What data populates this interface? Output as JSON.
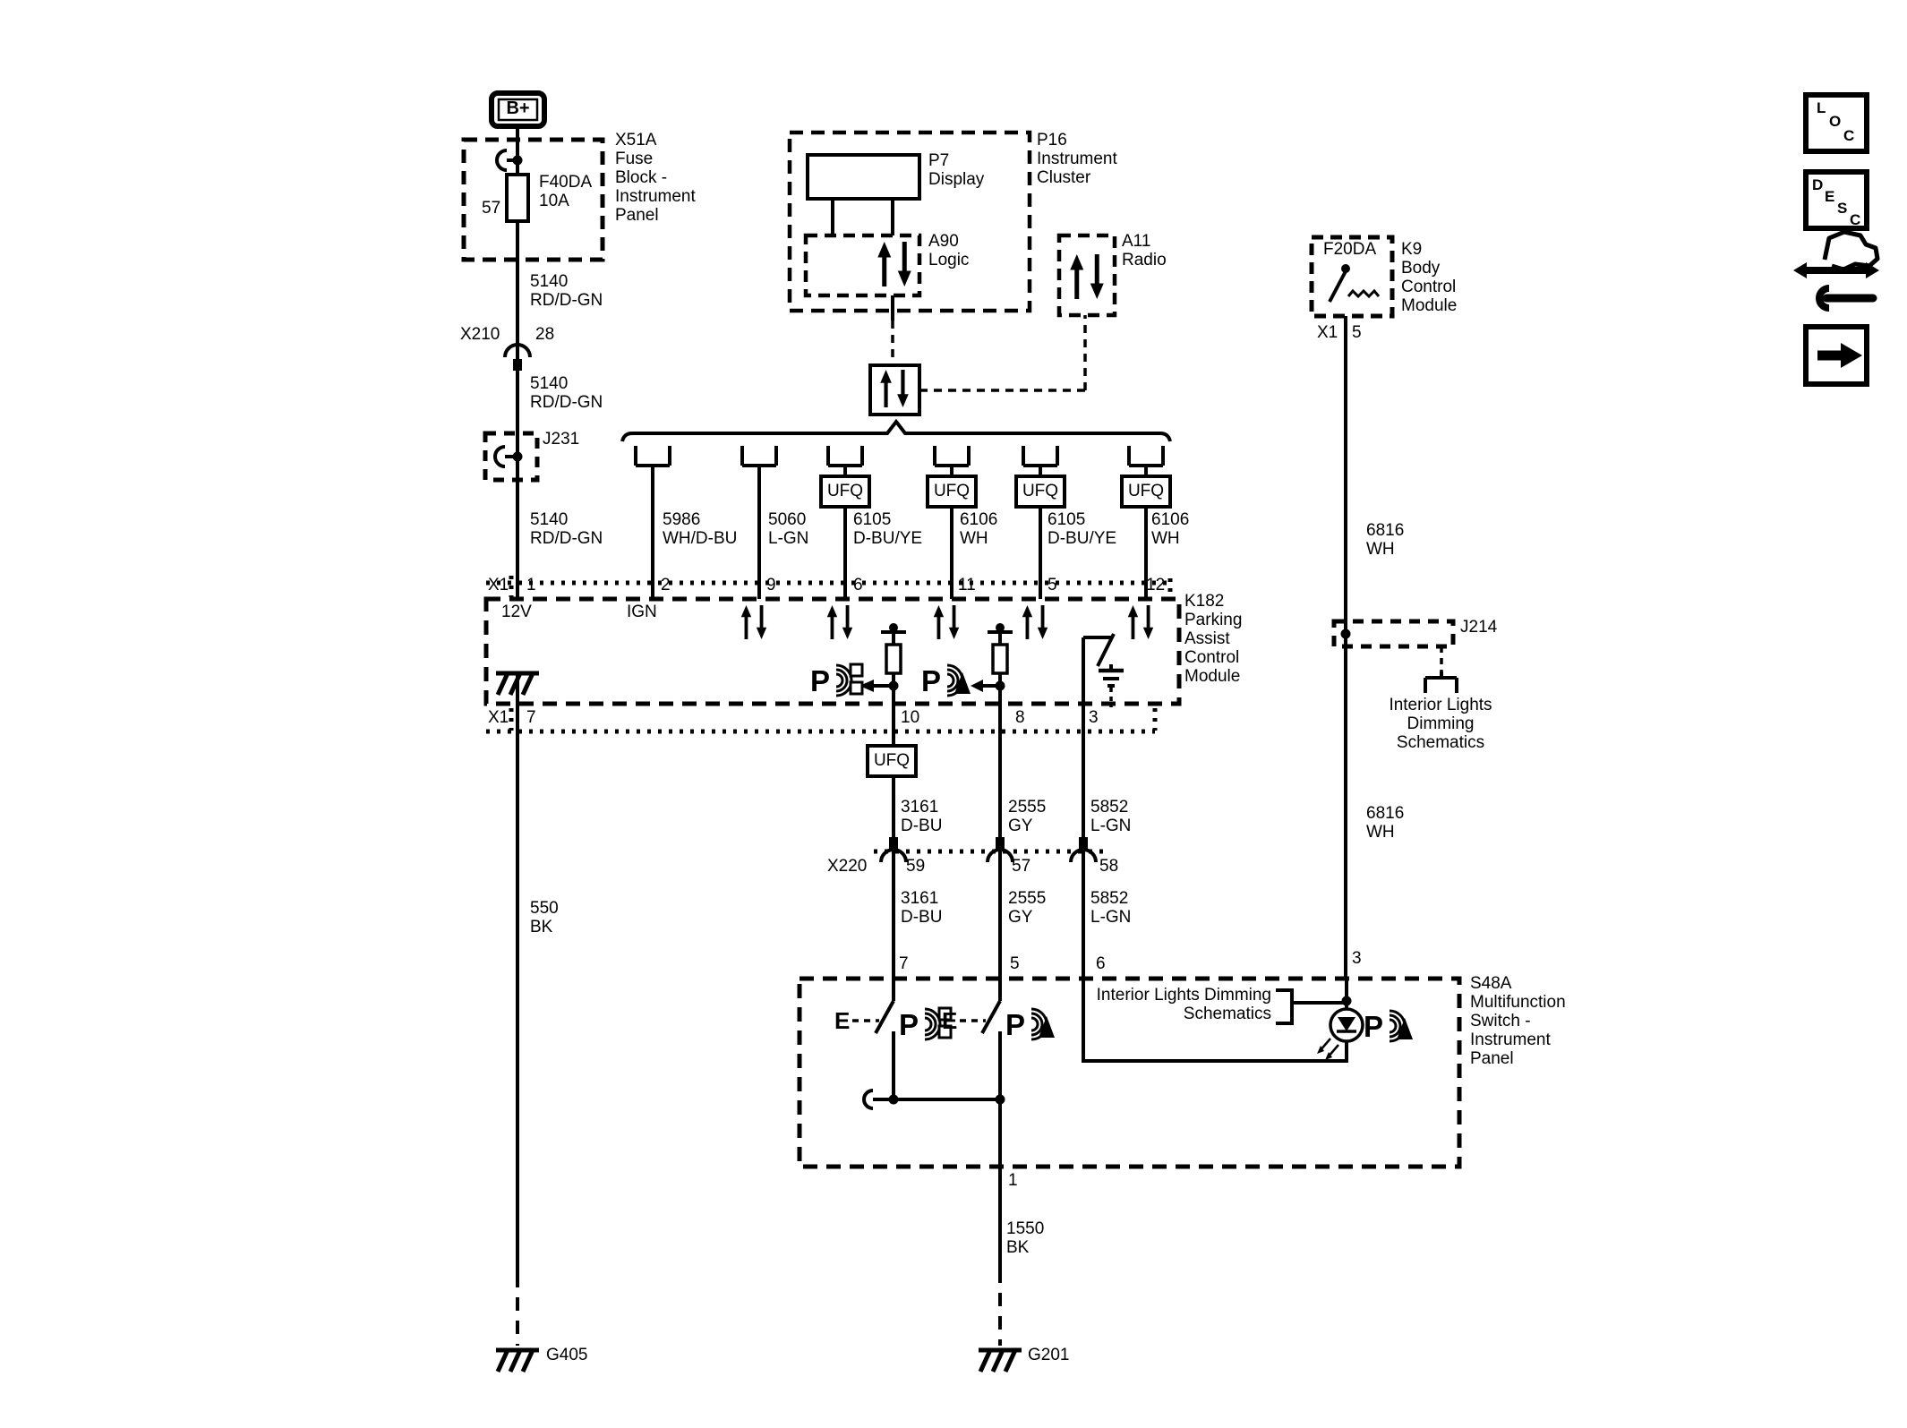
{
  "components": {
    "bplus": "B+",
    "x51a": "X51A\nFuse\nBlock -\nInstrument\nPanel",
    "fuse_f40da": "F40DA\n10A",
    "x210": "X210",
    "j231": "J231",
    "p7": "P7\nDisplay",
    "a90": "A90\nLogic",
    "p16": "P16\nInstrument\nCluster",
    "a11": "A11\nRadio",
    "f20da": "F20DA",
    "k9": "K9\nBody\nControl\nModule",
    "k182": "K182\nParking\nAssist\nControl\nModule",
    "j214": "J214",
    "s48a": "S48A\nMultifunction\nSwitch -\nInstrument\nPanel",
    "interior_lights_ref_stacked": "Interior Lights\nDimming\nSchematics",
    "interior_lights_ref_wide": "Interior Lights Dimming\nSchematics",
    "ufq": "UFQ",
    "g405": "G405",
    "g201": "G201"
  },
  "wires": {
    "c5140": "5140\nRD/D-GN",
    "c5986": "5986\nWH/D-BU",
    "c5060": "5060\nL-GN",
    "c6105": "6105\nD-BU/YE",
    "c6106": "6106\nWH",
    "c6816": "6816\nWH",
    "c3161": "3161\nD-BU",
    "c2555": "2555\nGY",
    "c5852": "5852\nL-GN",
    "c550": "550\nBK",
    "c1550": "1550\nBK"
  },
  "pins": {
    "x1": "X1",
    "x210_pin": "28",
    "fuse_pin": "57",
    "p1": "1",
    "p2": "2",
    "p9": "9",
    "p6": "6",
    "p11": "11",
    "p5": "5",
    "p12": "12",
    "p7": "7",
    "p10": "10",
    "p8": "8",
    "p3": "3",
    "p59": "59",
    "p57": "57",
    "p58": "58",
    "k9_pin": "5",
    "s48a_p7": "7",
    "s48a_p5": "5",
    "s48a_p6": "6",
    "s48a_p3": "3",
    "s48a_p1": "1",
    "v12": "12V",
    "ign": "IGN"
  },
  "icon_letters": {
    "p": "P",
    "e": "E",
    "loc_l": "L",
    "loc_o": "O",
    "loc_c": "C",
    "desc_d": "D",
    "desc_e": "E",
    "desc_s": "S",
    "desc_c": "C"
  },
  "colors": {
    "line": "#000000",
    "background": "#ffffff"
  }
}
